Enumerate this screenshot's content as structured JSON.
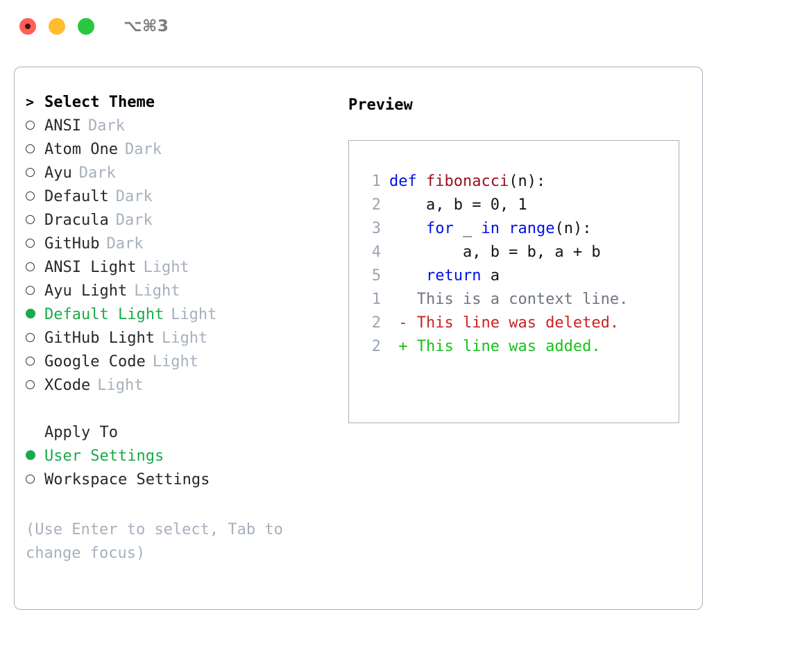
{
  "titlebar": {
    "shortcut": "⌥⌘3",
    "lights": [
      "close-light",
      "minimize-light",
      "maximize-light"
    ]
  },
  "theme_section": {
    "header_caret": ">",
    "header": "Select Theme",
    "items": [
      {
        "bullet": "○",
        "label": "ANSI",
        "suffix": "Dark",
        "selected": false
      },
      {
        "bullet": "○",
        "label": "Atom One",
        "suffix": "Dark",
        "selected": false
      },
      {
        "bullet": "○",
        "label": "Ayu",
        "suffix": "Dark",
        "selected": false
      },
      {
        "bullet": "○",
        "label": "Default",
        "suffix": "Dark",
        "selected": false
      },
      {
        "bullet": "○",
        "label": "Dracula",
        "suffix": "Dark",
        "selected": false
      },
      {
        "bullet": "○",
        "label": "GitHub",
        "suffix": "Dark",
        "selected": false
      },
      {
        "bullet": "○",
        "label": "ANSI Light",
        "suffix": "Light",
        "selected": false
      },
      {
        "bullet": "○",
        "label": "Ayu Light",
        "suffix": "Light",
        "selected": false
      },
      {
        "bullet": "●",
        "label": "Default Light",
        "suffix": "Light",
        "selected": true
      },
      {
        "bullet": "○",
        "label": "GitHub Light",
        "suffix": "Light",
        "selected": false
      },
      {
        "bullet": "○",
        "label": "Google Code",
        "suffix": "Light",
        "selected": false
      },
      {
        "bullet": "○",
        "label": "XCode",
        "suffix": "Light",
        "selected": false
      }
    ]
  },
  "apply_to": {
    "header": "Apply To",
    "items": [
      {
        "bullet": "●",
        "label": "User Settings",
        "selected": true
      },
      {
        "bullet": "○",
        "label": "Workspace Settings",
        "selected": false
      }
    ]
  },
  "hint": "(Use Enter to select, Tab to change focus)",
  "preview": {
    "title": "Preview",
    "code_lines": [
      {
        "no": "1",
        "segments": [
          {
            "t": "def ",
            "c": "kw"
          },
          {
            "t": "fibonacci",
            "c": "fn"
          },
          {
            "t": "(n):",
            "c": "pl"
          }
        ]
      },
      {
        "no": "2",
        "segments": [
          {
            "t": "    a, b = 0, 1",
            "c": "pl"
          }
        ]
      },
      {
        "no": "3",
        "segments": [
          {
            "t": "    ",
            "c": "pl"
          },
          {
            "t": "for",
            "c": "kw"
          },
          {
            "t": " _ ",
            "c": "pl"
          },
          {
            "t": "in",
            "c": "kw"
          },
          {
            "t": " ",
            "c": "pl"
          },
          {
            "t": "range",
            "c": "kw"
          },
          {
            "t": "(n):",
            "c": "pl"
          }
        ]
      },
      {
        "no": "4",
        "segments": [
          {
            "t": "        a, b = b, a + b",
            "c": "pl"
          }
        ]
      },
      {
        "no": "5",
        "segments": [
          {
            "t": "    ",
            "c": "pl"
          },
          {
            "t": "return",
            "c": "kw"
          },
          {
            "t": " a",
            "c": "pl"
          }
        ]
      }
    ],
    "diff_lines": [
      {
        "no": "1",
        "marker": " ",
        "text": "This is a context line.",
        "kind": "ctx"
      },
      {
        "no": "2",
        "marker": "-",
        "text": "This line was deleted.",
        "kind": "del"
      },
      {
        "no": "2",
        "marker": "+",
        "text": "This line was added.",
        "kind": "add"
      }
    ]
  },
  "colors": {
    "accent_green": "#1aaa4b",
    "muted": "#a7b0bd",
    "border": "#a8b2c0",
    "keyword": "#0010e8",
    "function": "#991020",
    "diff_del": "#cc2222",
    "diff_add": "#17c11b"
  }
}
